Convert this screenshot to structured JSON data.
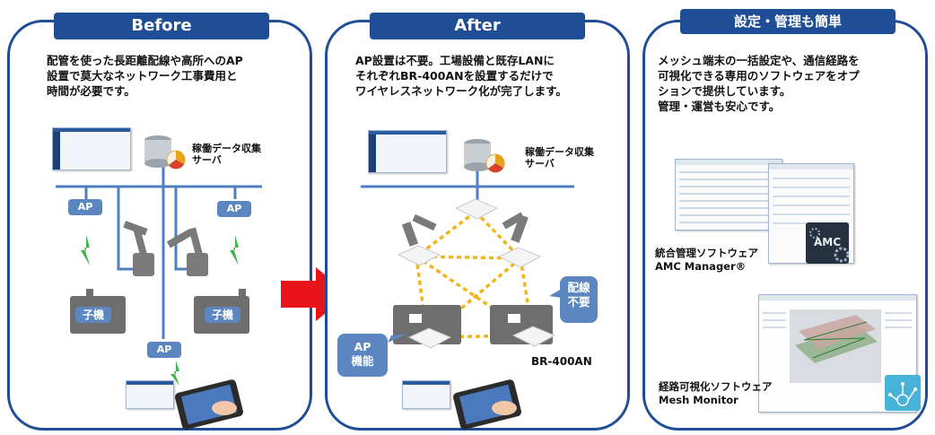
{
  "before": {
    "title": "Before",
    "description": [
      "配管を使った長距離配線や高所へのAP",
      "設置で莫大なネットワーク工事費用と",
      "時間が必要です。"
    ],
    "server_label": [
      "稼働データ収集",
      "サーバ"
    ],
    "ap_label": "AP",
    "child_label": "子機"
  },
  "after": {
    "title": "After",
    "description": [
      "AP設置は不要。工場設備と既存LANに",
      "それぞれBR-400ANを設置するだけで",
      "ワイヤレスネットワーク化が完了します。"
    ],
    "server_label": [
      "稼働データ収集",
      "サーバ"
    ],
    "callout_wiring": [
      "配線",
      "不要"
    ],
    "callout_ap": [
      "AP",
      "機能"
    ],
    "device_label": "BR-400AN"
  },
  "management": {
    "title": "設定・管理も簡単",
    "description": [
      "メッシュ端末の一括設定や、通信経路を",
      "可視化できる専用のソフトウェアをオプ",
      "ションで提供しています。",
      "管理・運営も安心です。"
    ],
    "amc": [
      "統合管理ソフトウェア",
      "AMC Manager®"
    ],
    "amc_logo": "AMC",
    "mesh": [
      "経路可視化ソフトウェア",
      "Mesh Monitor"
    ]
  },
  "colors": {
    "navy": "#1f4e96",
    "accent_blue": "#5b86bf",
    "mesh_link": "#f2b51b",
    "arrow": "#e8131a"
  }
}
